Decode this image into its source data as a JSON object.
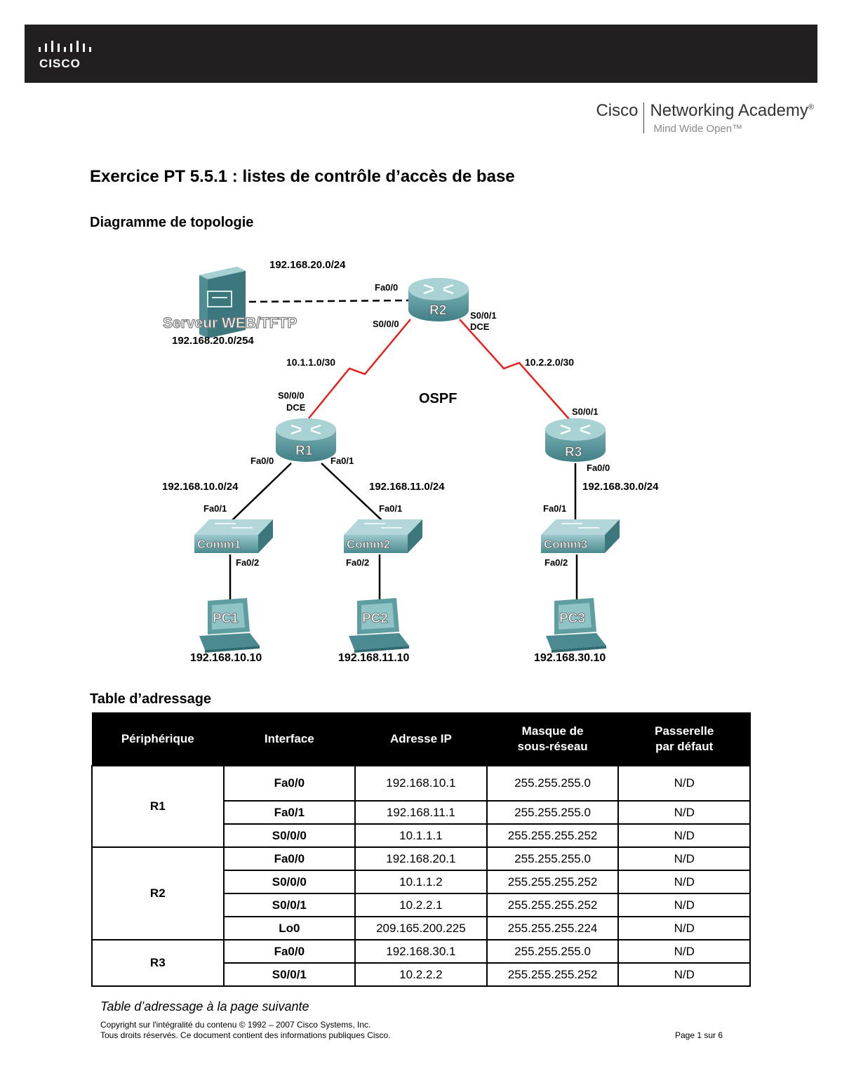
{
  "header": {
    "brand": "CISCO",
    "academy_left": "Cisco",
    "academy_right": "Networking Academy",
    "academy_mark": "®",
    "tagline": "Mind Wide Open™"
  },
  "title": "Exercice PT 5.5.1 : listes de contrôle d’accès de base",
  "topology": {
    "heading": "Diagramme de topologie",
    "protocol": "OSPF",
    "server": {
      "name": "Serveur WEB/TFTP",
      "ip": "192.168.20.0/254",
      "net": "192.168.20.0/24"
    },
    "r2": {
      "name": "R2",
      "fa00": "Fa0/0",
      "s000": "S0/0/0",
      "s001": "S0/0/1",
      "dce": "DCE"
    },
    "r1": {
      "name": "R1",
      "s000": "S0/0/0",
      "dce": "DCE",
      "fa00": "Fa0/0",
      "fa01": "Fa0/1"
    },
    "r3": {
      "name": "R3",
      "s001": "S0/0/1",
      "fa00": "Fa0/0"
    },
    "link_r1_r2": "10.1.1.0/30",
    "link_r2_r3": "10.2.2.0/30",
    "net_comm1": "192.168.10.0/24",
    "net_comm2": "192.168.11.0/24",
    "net_comm3": "192.168.30.0/24",
    "comm1": {
      "name": "Comm1",
      "up": "Fa0/1",
      "down": "Fa0/2"
    },
    "comm2": {
      "name": "Comm2",
      "up": "Fa0/1",
      "down": "Fa0/2"
    },
    "comm3": {
      "name": "Comm3",
      "up": "Fa0/1",
      "down": "Fa0/2"
    },
    "pc1": {
      "name": "PC1",
      "ip": "192.168.10.10"
    },
    "pc2": {
      "name": "PC2",
      "ip": "192.168.11.10"
    },
    "pc3": {
      "name": "PC3",
      "ip": "192.168.30.10"
    }
  },
  "addressing": {
    "heading": "Table d’adressage",
    "columns": [
      "Périphérique",
      "Interface",
      "Adresse IP",
      "Masque de sous-réseau",
      "Passerelle par défaut"
    ],
    "col4_line1": "Masque de",
    "col4_line2": "sous-réseau",
    "col5_line1": "Passerelle",
    "col5_line2": "par défaut",
    "devices": [
      {
        "name": "R1",
        "rows": [
          [
            "Fa0/0",
            "192.168.10.1",
            "255.255.255.0",
            "N/D"
          ],
          [
            "Fa0/1",
            "192.168.11.1",
            "255.255.255.0",
            "N/D"
          ],
          [
            "S0/0/0",
            "10.1.1.1",
            "255.255.255.252",
            "N/D"
          ]
        ]
      },
      {
        "name": "R2",
        "rows": [
          [
            "Fa0/0",
            "192.168.20.1",
            "255.255.255.0",
            "N/D"
          ],
          [
            "S0/0/0",
            "10.1.1.2",
            "255.255.255.252",
            "N/D"
          ],
          [
            "S0/0/1",
            "10.2.2.1",
            "255.255.255.252",
            "N/D"
          ],
          [
            "Lo0",
            "209.165.200.225",
            "255.255.255.224",
            "N/D"
          ]
        ]
      },
      {
        "name": "R3",
        "rows": [
          [
            "Fa0/0",
            "192.168.30.1",
            "255.255.255.0",
            "N/D"
          ],
          [
            "S0/0/1",
            "10.2.2.2",
            "255.255.255.252",
            "N/D"
          ]
        ]
      }
    ],
    "continued": "Table d’adressage à la page suivante"
  },
  "footer": {
    "copyright1": "Copyright sur l'intégralité du contenu © 1992 – 2007 Cisco Systems, Inc.",
    "copyright2": "Tous droits réservés. Ce document contient des informations publiques Cisco.",
    "page": "Page 1 sur 6"
  },
  "colors": {
    "bar": "#231f20",
    "serial": "#e8201e",
    "device": "#5f9ea0"
  }
}
